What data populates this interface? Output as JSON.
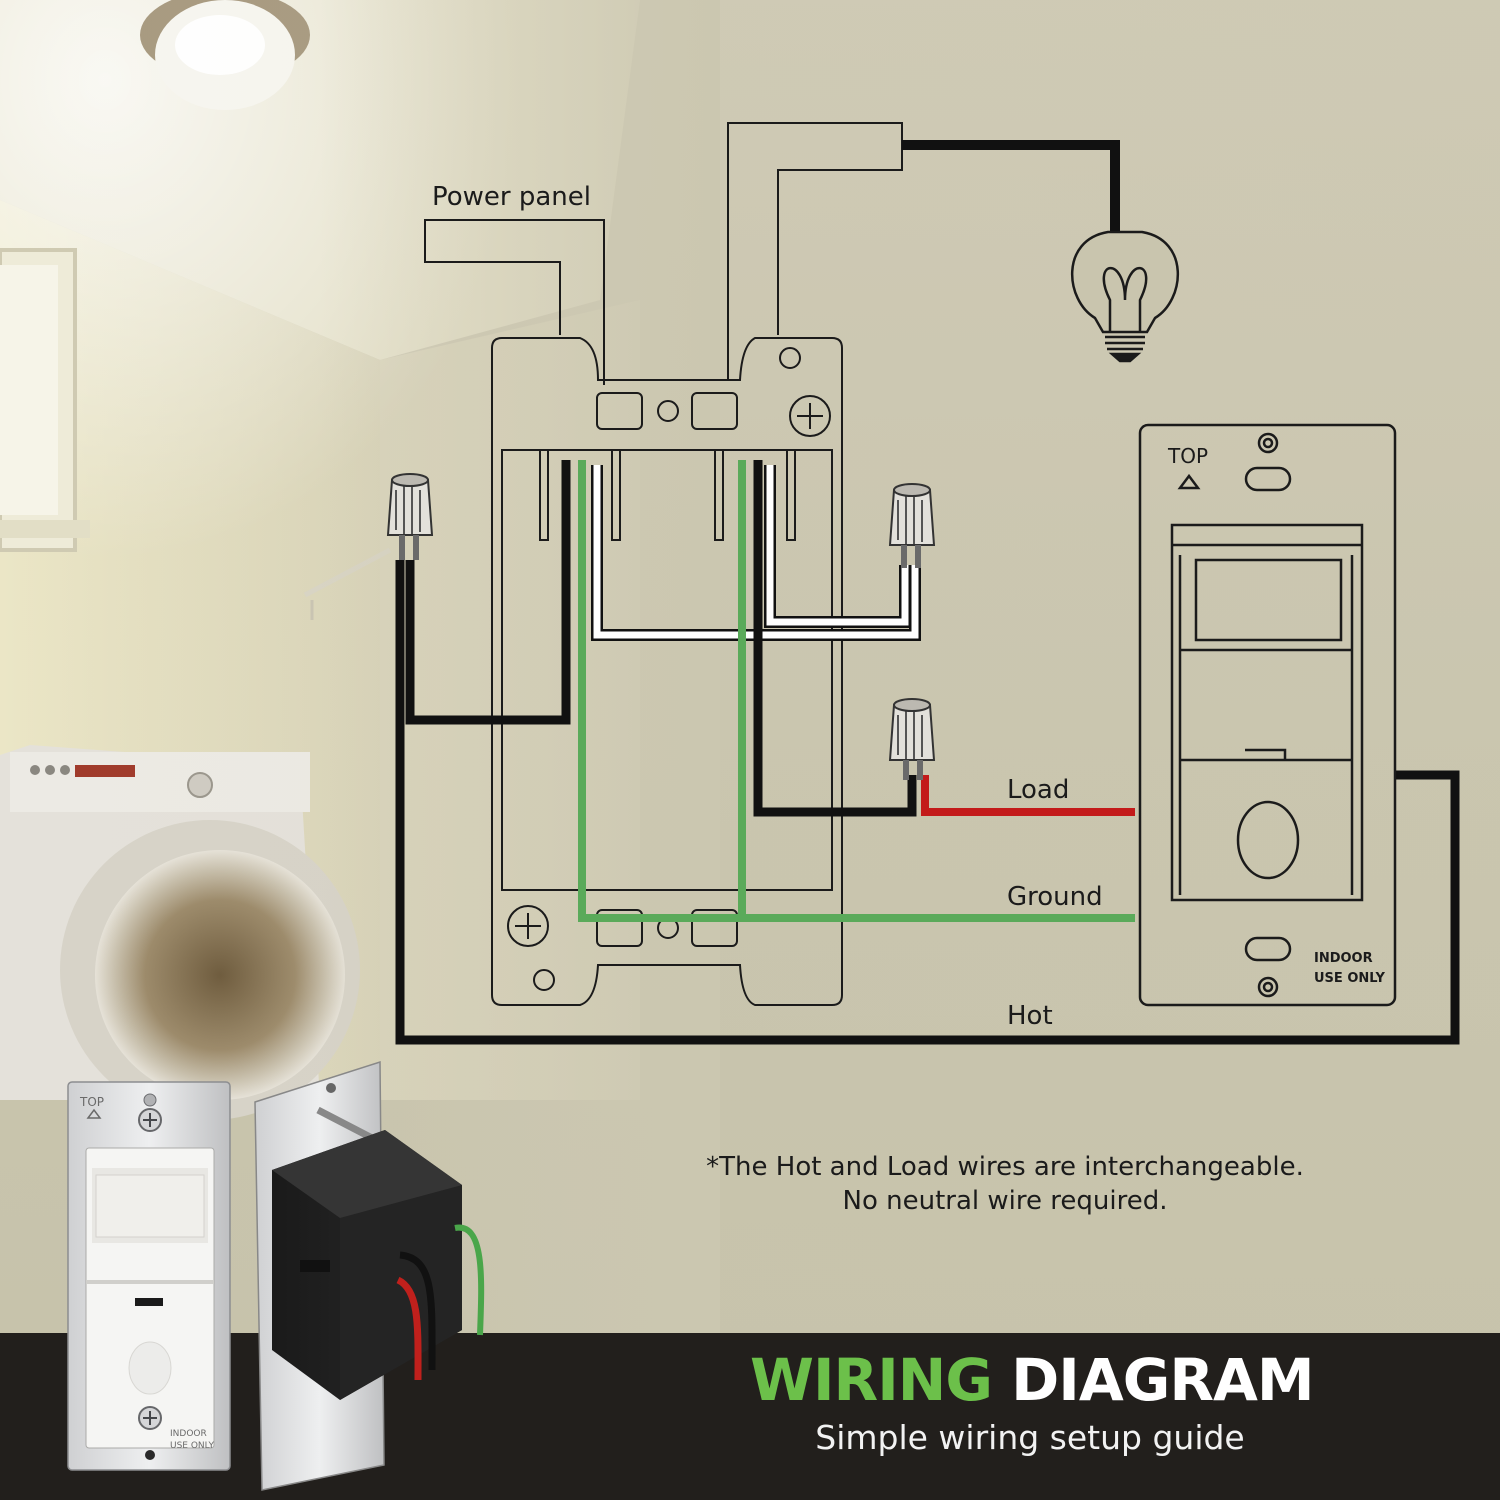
{
  "labels": {
    "power_panel": "Power panel",
    "load": "Load",
    "ground": "Ground",
    "hot": "Hot"
  },
  "sensor_plate": {
    "top_label": "TOP",
    "indoor_label_1": "INDOOR",
    "indoor_label_2": "USE ONLY"
  },
  "note": {
    "line1": "*The Hot and Load wires are interchangeable.",
    "line2": "No neutral wire required."
  },
  "footer": {
    "title_accent": "WIRING",
    "title_rest": "DIAGRAM",
    "subtitle": "Simple wiring setup guide"
  },
  "product": {
    "top_label": "TOP",
    "indoor_label_1": "INDOOR",
    "indoor_label_2": "USE ONLY"
  },
  "colors": {
    "background": "#cfcab5",
    "wire_hot": "#111111",
    "wire_neutral": "#ffffff",
    "wire_ground": "#5aaa5a",
    "wire_load": "#c31a1a",
    "accent": "#6cc04a",
    "footer": "#221f1c"
  }
}
